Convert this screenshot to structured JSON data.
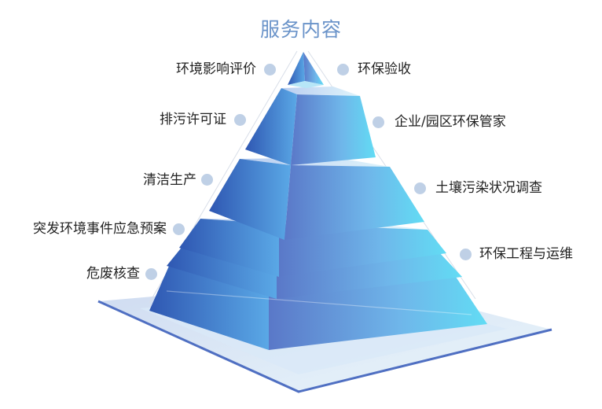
{
  "title": "服务内容",
  "left_items": [
    {
      "label": "环境影响评价"
    },
    {
      "label": "排污许可证"
    },
    {
      "label": "清洁生产"
    },
    {
      "label": "突发环境事件应急预案"
    },
    {
      "label": "危废核查"
    }
  ],
  "right_items": [
    {
      "label": "环保验收"
    },
    {
      "label": "企业/园区环保管家"
    },
    {
      "label": "土壤污染状况调查"
    },
    {
      "label": "环保工程与运维"
    }
  ],
  "colors": {
    "title": "#6a93c9",
    "dot": "#bfd0e6",
    "pyramid_dark": "#3d63b8",
    "pyramid_light": "#5ed8f2"
  }
}
